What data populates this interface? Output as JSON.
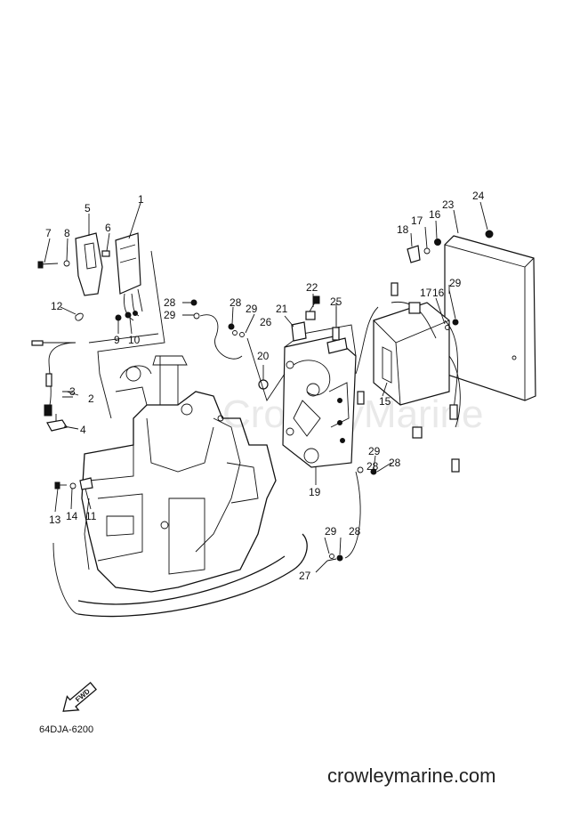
{
  "diagram": {
    "drawing_code": "64DJA-6200",
    "website": "crowleymarine.com",
    "watermark": "CrowleyMarine",
    "fwd_label": "FWD",
    "callouts": [
      "1",
      "2",
      "3",
      "4",
      "5",
      "6",
      "7",
      "8",
      "9",
      "10",
      "11",
      "12",
      "13",
      "14",
      "15",
      "16",
      "17",
      "18",
      "19",
      "20",
      "21",
      "22",
      "23",
      "24",
      "25",
      "26",
      "27",
      "28",
      "29",
      "16",
      "17",
      "28",
      "29",
      "28",
      "29",
      "28",
      "29",
      "29",
      "28"
    ]
  }
}
